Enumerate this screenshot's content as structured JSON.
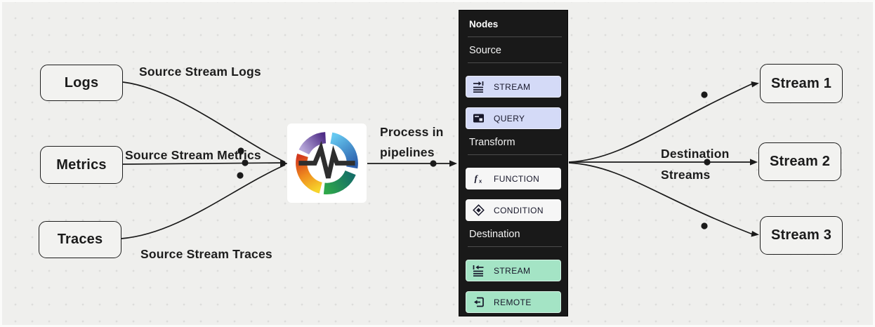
{
  "canvas": {
    "background": "#efefed",
    "edge_color": "#1a1a1a"
  },
  "sources": [
    {
      "label": "Logs",
      "edge_label": "Source Stream Logs"
    },
    {
      "label": "Metrics",
      "edge_label": "Source Stream Metrics"
    },
    {
      "label": "Traces",
      "edge_label": "Source Stream Traces"
    }
  ],
  "process_label": {
    "line1": "Process in",
    "line2": "pipelines"
  },
  "destination_label": {
    "line1": "Destination",
    "line2": "Streams"
  },
  "destinations": [
    {
      "label": "Stream 1"
    },
    {
      "label": "Stream 2"
    },
    {
      "label": "Stream 3"
    }
  ],
  "panel": {
    "title": "Nodes",
    "background": "#191919",
    "sections": [
      {
        "title": "Source",
        "items": [
          {
            "label": "STREAM",
            "icon": "stream-input-icon",
            "color": "#d4daf7"
          },
          {
            "label": "QUERY",
            "icon": "query-icon",
            "color": "#d4daf7"
          }
        ]
      },
      {
        "title": "Transform",
        "items": [
          {
            "label": "FUNCTION",
            "icon": "function-icon",
            "color": "#f6f6f6"
          },
          {
            "label": "CONDITION",
            "icon": "condition-icon",
            "color": "#f6f6f6"
          }
        ]
      },
      {
        "title": "Destination",
        "items": [
          {
            "label": "STREAM",
            "icon": "stream-output-icon",
            "color": "#a4e4c5"
          },
          {
            "label": "REMOTE",
            "icon": "remote-icon",
            "color": "#a4e4c5"
          }
        ]
      }
    ]
  },
  "logo": {
    "name": "openobserve-logo",
    "tile_color": "#ffffff",
    "pulse_color": "#2e2e2e",
    "segments": {
      "blue": [
        "#66c8f0",
        "#2a5caa"
      ],
      "green": [
        "#156f67",
        "#2fa84a"
      ],
      "warm": [
        "#f6d32b",
        "#ef8b1e",
        "#d23a1e"
      ],
      "purple": [
        "#4e2c86",
        "#b7a8da"
      ]
    }
  }
}
